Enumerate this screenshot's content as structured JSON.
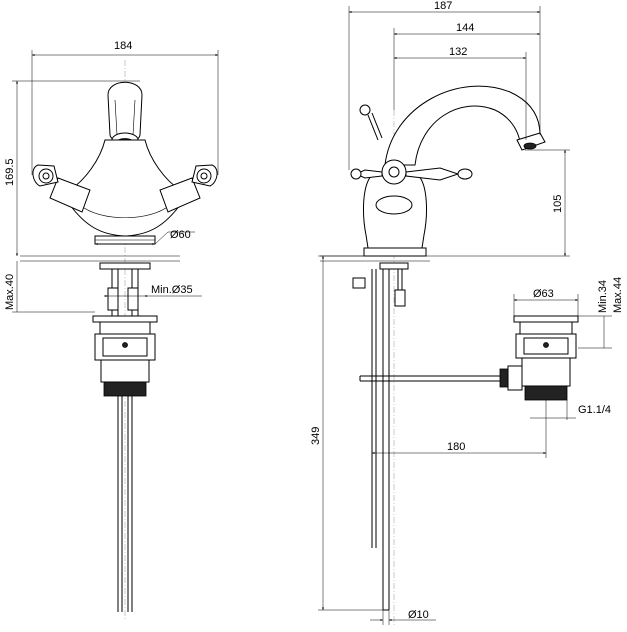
{
  "front_view": {
    "dim_width": "184",
    "dim_height": "169.5",
    "dim_max_deck": "Max.40",
    "dim_base_diameter": "Ø60",
    "dim_hole_min": "Min.Ø35"
  },
  "side_view": {
    "dim_total_reach": "187",
    "dim_reach_2": "144",
    "dim_reach_3": "132",
    "dim_spout_height": "105",
    "dim_pipe_length": "349",
    "dim_pipe_diameter": "Ø10",
    "dim_drain_offset": "180",
    "dim_waste_diameter": "Ø63",
    "dim_waste_min": "Min.34",
    "dim_waste_max": "Max.44",
    "dim_thread": "G1.1/4"
  }
}
